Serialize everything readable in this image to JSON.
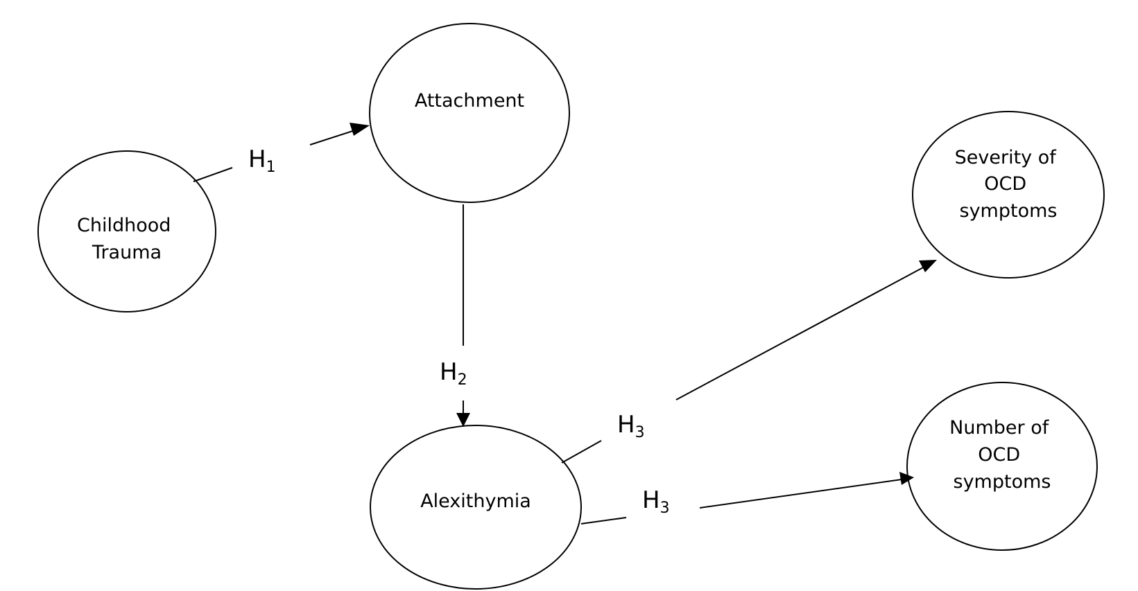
{
  "nodes": {
    "childhood_trauma": {
      "lines": [
        "Childhood",
        "Trauma"
      ]
    },
    "attachment": {
      "lines": [
        "Attachment"
      ]
    },
    "alexithymia": {
      "lines": [
        "Alexithymia"
      ]
    },
    "severity_ocd": {
      "lines": [
        "Severity of",
        "OCD",
        "symptoms"
      ]
    },
    "number_ocd": {
      "lines": [
        "Number of",
        "OCD",
        "symptoms"
      ]
    }
  },
  "hypotheses": {
    "h1": {
      "letter": "H",
      "sub": "1"
    },
    "h2": {
      "letter": "H",
      "sub": "2"
    },
    "h3_severity": {
      "letter": "H",
      "sub": "3"
    },
    "h3_number": {
      "letter": "H",
      "sub": "3"
    }
  },
  "edges": [
    {
      "from": "Childhood Trauma",
      "to": "Attachment",
      "hypothesis": "H1"
    },
    {
      "from": "Attachment",
      "to": "Alexithymia",
      "hypothesis": "H2"
    },
    {
      "from": "Alexithymia",
      "to": "Severity of OCD symptoms",
      "hypothesis": "H3"
    },
    {
      "from": "Alexithymia",
      "to": "Number of OCD symptoms",
      "hypothesis": "H3"
    }
  ]
}
